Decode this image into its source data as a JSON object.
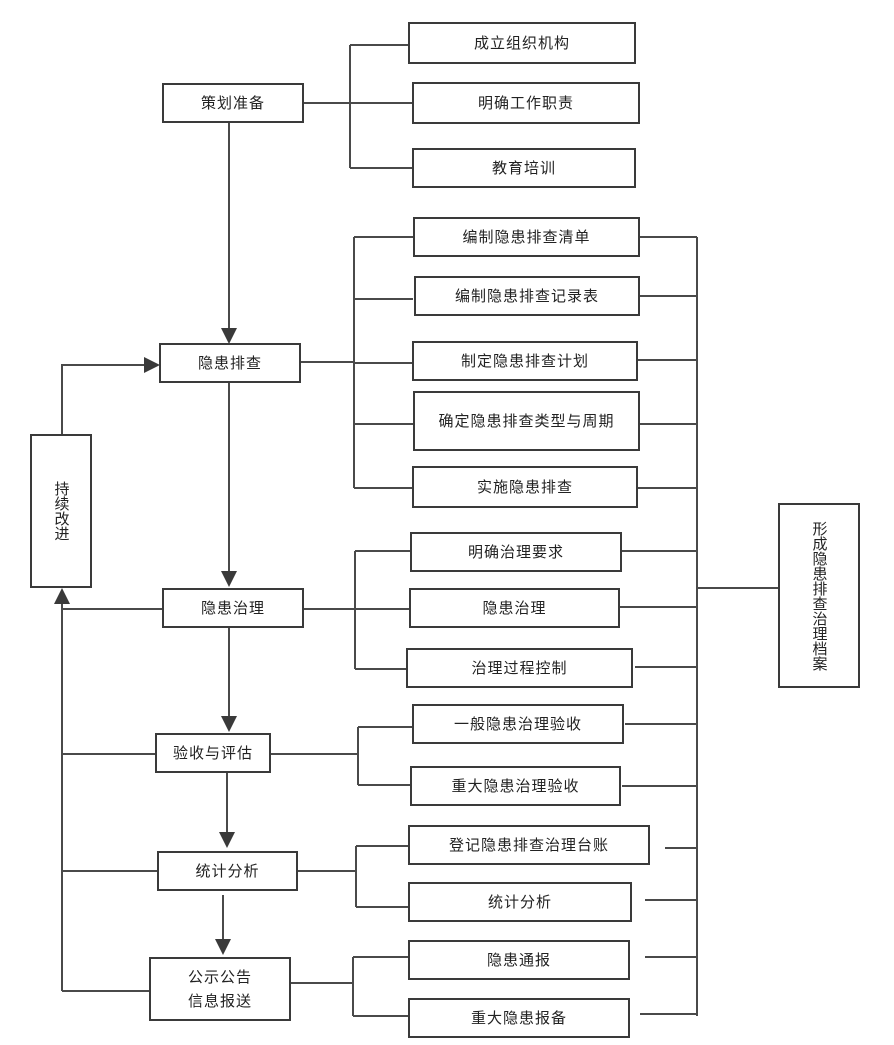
{
  "diagram": {
    "main_steps": [
      {
        "id": "plan",
        "label": "策划准备"
      },
      {
        "id": "inspect",
        "label": "隐患排查"
      },
      {
        "id": "govern",
        "label": "隐患治理"
      },
      {
        "id": "accept",
        "label": "验收与评估"
      },
      {
        "id": "stats",
        "label": "统计分析"
      },
      {
        "id": "report",
        "label": "公示公告\n信息报送"
      }
    ],
    "improve": {
      "label": "持续改进"
    },
    "archive": {
      "label": "形成隐患排查治理档案"
    },
    "sub_steps": {
      "plan": [
        "成立组织机构",
        "明确工作职责",
        "教育培训"
      ],
      "inspect": [
        "编制隐患排查清单",
        "编制隐患排查记录表",
        "制定隐患排查计划",
        "确定隐患排查类型与周期",
        "实施隐患排查"
      ],
      "govern": [
        "明确治理要求",
        "隐患治理",
        "治理过程控制"
      ],
      "accept": [
        "一般隐患治理验收",
        "重大隐患治理验收"
      ],
      "stats": [
        "登记隐患排查治理台账",
        "统计分析"
      ],
      "report": [
        "隐患通报",
        "重大隐患报备"
      ]
    }
  }
}
